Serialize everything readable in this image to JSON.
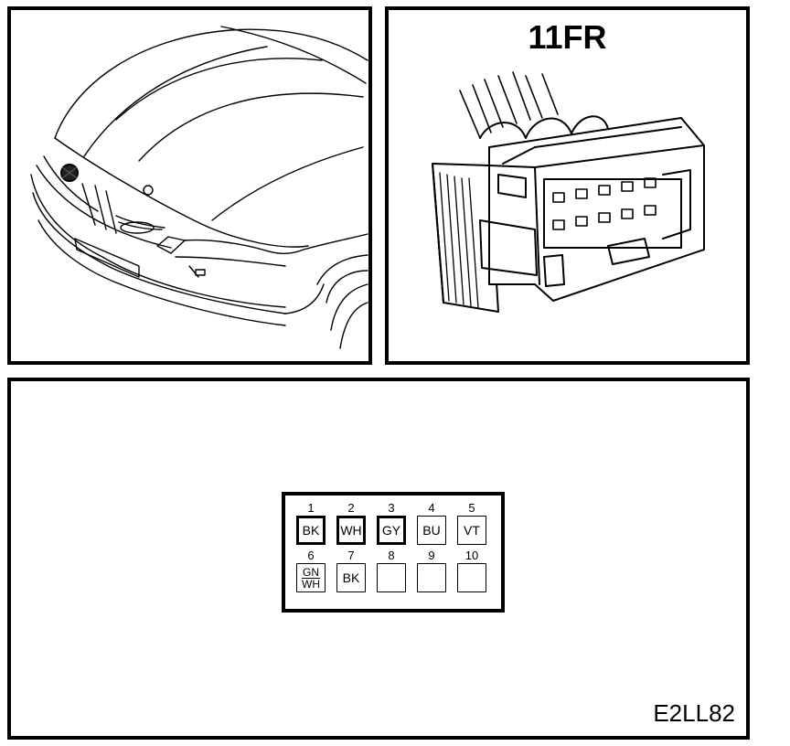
{
  "connector": {
    "title": "11FR",
    "reference": "E2LL82"
  },
  "pins": [
    {
      "number": "1",
      "wire": [
        "BK"
      ],
      "bold": true
    },
    {
      "number": "2",
      "wire": [
        "WH"
      ],
      "bold": true
    },
    {
      "number": "3",
      "wire": [
        "GY"
      ],
      "bold": true
    },
    {
      "number": "4",
      "wire": [
        "BU"
      ],
      "bold": false
    },
    {
      "number": "5",
      "wire": [
        "VT"
      ],
      "bold": false
    },
    {
      "number": "6",
      "wire": [
        "GN",
        "WH"
      ],
      "bold": false
    },
    {
      "number": "7",
      "wire": [
        "BK"
      ],
      "bold": false
    },
    {
      "number": "8",
      "wire": [],
      "bold": false
    },
    {
      "number": "9",
      "wire": [],
      "bold": false
    },
    {
      "number": "10",
      "wire": [],
      "bold": false
    }
  ]
}
